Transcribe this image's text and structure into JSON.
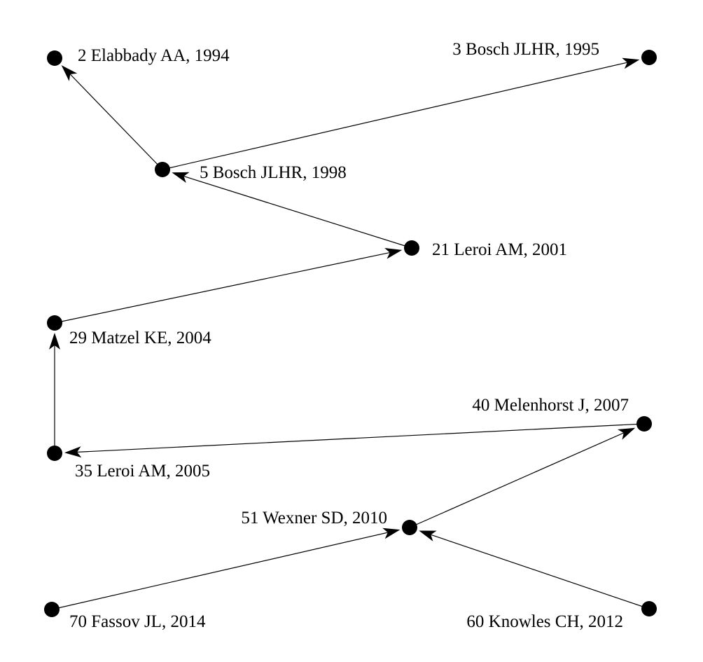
{
  "diagram": {
    "type": "citation-network",
    "nodes": [
      {
        "id": "2",
        "label": "2 Elabbady AA, 1994"
      },
      {
        "id": "3",
        "label": "3 Bosch JLHR, 1995"
      },
      {
        "id": "5",
        "label": "5 Bosch JLHR, 1998"
      },
      {
        "id": "21",
        "label": "21 Leroi AM, 2001"
      },
      {
        "id": "29",
        "label": "29 Matzel KE, 2004"
      },
      {
        "id": "35",
        "label": "35 Leroi AM, 2005"
      },
      {
        "id": "40",
        "label": "40 Melenhorst J, 2007"
      },
      {
        "id": "51",
        "label": "51 Wexner SD, 2010"
      },
      {
        "id": "60",
        "label": "60 Knowles CH, 2012"
      },
      {
        "id": "70",
        "label": "70 Fassov JL, 2014"
      }
    ],
    "edges": [
      {
        "from": "5",
        "to": "2"
      },
      {
        "from": "5",
        "to": "3"
      },
      {
        "from": "21",
        "to": "5"
      },
      {
        "from": "29",
        "to": "21"
      },
      {
        "from": "35",
        "to": "29"
      },
      {
        "from": "40",
        "to": "35"
      },
      {
        "from": "51",
        "to": "40"
      },
      {
        "from": "70",
        "to": "51"
      },
      {
        "from": "60",
        "to": "51"
      }
    ],
    "colors": {
      "node": "#000000",
      "edge": "#000000",
      "background": "#ffffff"
    }
  }
}
